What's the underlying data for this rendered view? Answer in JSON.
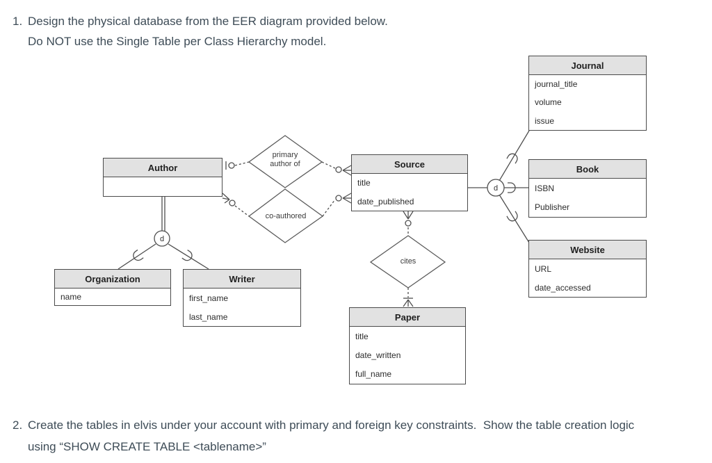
{
  "page": {
    "item1_number": "1.",
    "item1_line1": "Design the physical database from the EER diagram provided below.",
    "item1_line2": "Do NOT use the Single Table per Class Hierarchy model.",
    "item2_number": "2.",
    "item2_line1": "Create the tables in elvis under your account with primary and foreign key constraints.  Show the table creation logic",
    "item2_line2": "using “SHOW CREATE TABLE <tablename>”"
  },
  "diagram": {
    "entities": [
      {
        "name": "Author",
        "attributes": []
      },
      {
        "name": "Organization",
        "attributes": [
          "name"
        ]
      },
      {
        "name": "Writer",
        "attributes": [
          "first_name",
          "last_name"
        ]
      },
      {
        "name": "Source",
        "attributes": [
          "title",
          "date_published"
        ]
      },
      {
        "name": "Paper",
        "attributes": [
          "title",
          "date_written",
          "full_name"
        ]
      },
      {
        "name": "Journal",
        "attributes": [
          "journal_title",
          "volume",
          "issue"
        ]
      },
      {
        "name": "Book",
        "attributes": [
          "ISBN",
          "Publisher"
        ]
      },
      {
        "name": "Website",
        "attributes": [
          "URL",
          "date_accessed"
        ]
      }
    ],
    "relationships": [
      {
        "label_line1": "primary",
        "label_line2": "author of"
      },
      {
        "label": "co-authored"
      },
      {
        "label": "cites"
      }
    ],
    "specializations": [
      {
        "label": "d"
      },
      {
        "label": "d"
      }
    ],
    "colors": {
      "header_fill": "#e2e2e2",
      "border": "#4a4a4a",
      "line": "#4f4f4f",
      "paragraph_text": "#3e4c57"
    }
  }
}
